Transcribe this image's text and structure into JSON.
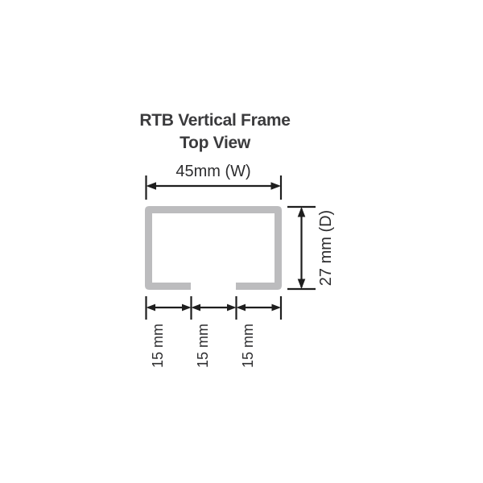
{
  "drawing": {
    "title_line1": "RTB Vertical Frame",
    "title_line2": "Top View",
    "background_color": "#ffffff",
    "profile_color": "#bcbcbe",
    "line_color": "#1e1e1e",
    "text_color": "#2d2d2f",
    "title_color": "#3b3b3d"
  },
  "dimensions": {
    "width_label": "45mm (W)",
    "depth_label": "27 mm (D)",
    "segment_1_label": "15 mm",
    "segment_2_label": "15 mm",
    "segment_3_label": "15 mm"
  },
  "chart_data": {
    "type": "diagram",
    "title": "RTB Vertical Frame Top View",
    "subtitle": "Top View",
    "view": "top",
    "profile_shape": "C-channel / lipped rectangular tube",
    "overall_width_mm": 45,
    "overall_depth_mm": 27,
    "bottom_segments_mm": [
      15,
      15,
      15
    ],
    "bottom_opening_mm": 15,
    "units": "mm",
    "annotations": [
      {
        "label": "45mm (W)",
        "value": 45,
        "axis": "width",
        "position": "top"
      },
      {
        "label": "27 mm (D)",
        "value": 27,
        "axis": "depth",
        "position": "right"
      },
      {
        "label": "15 mm",
        "value": 15,
        "axis": "width",
        "position": "bottom-left"
      },
      {
        "label": "15 mm",
        "value": 15,
        "axis": "width",
        "position": "bottom-center"
      },
      {
        "label": "15 mm",
        "value": 15,
        "axis": "width",
        "position": "bottom-right"
      }
    ]
  }
}
